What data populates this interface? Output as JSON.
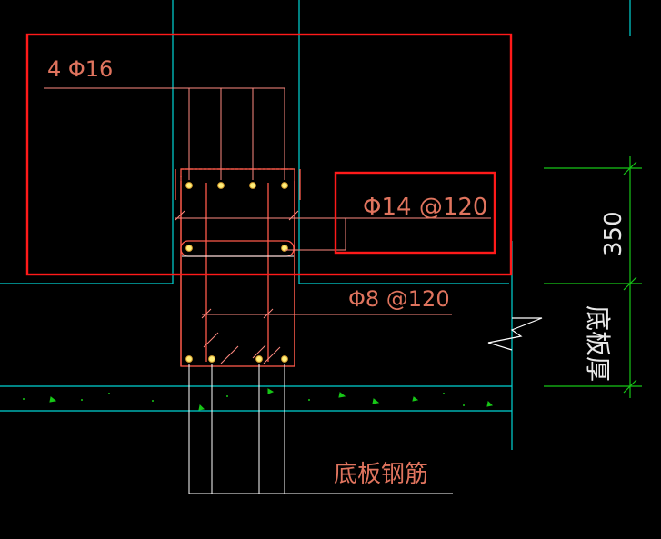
{
  "labels": {
    "main_rebar": "4 Φ16",
    "side_rebar": "Φ14 @120",
    "stirrup": "Φ8 @120",
    "dim_350": "350",
    "slab_thickness": "底板厚",
    "slab_rebar": "底板钢筋"
  },
  "colors": {
    "background": "#000000",
    "highlight_box": "#ff1a1a",
    "rebar": "#ff6a5a",
    "outline_cyan": "#00e5e5",
    "dim_green": "#17c617",
    "white_line": "#ffffff",
    "label": "#e0745e"
  }
}
